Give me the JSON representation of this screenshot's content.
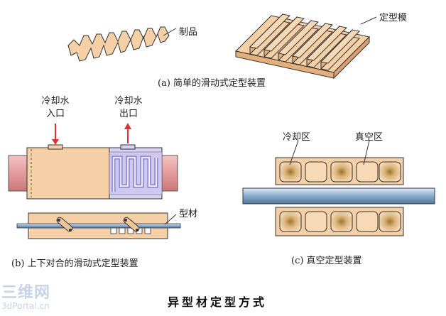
{
  "labels": {
    "product": "制品",
    "die": "定型模",
    "water_in": [
      "冷却水",
      "入口"
    ],
    "water_out": [
      "冷却水",
      "出口"
    ],
    "profile": "型材",
    "cooling_zone": "冷却区",
    "vacuum_zone": "真空区"
  },
  "captions": {
    "a": "(a) 简单的滑动式定型装置",
    "b": "(b) 上下对合的滑动式定型装置",
    "c": "(c) 真空定型装置"
  },
  "title": "异型材定型方式",
  "watermark": {
    "cn": "三维网",
    "en": "3dPortal.cn"
  },
  "colors": {
    "body": "#f5cfa5",
    "body_shade": "#e3b07c",
    "pipe": "#e8a8a8",
    "water_channel": "#c8c4ee",
    "rod": "#7fa6c8",
    "arrow_in": "#e0303a",
    "arrow_out": "#e0303a",
    "vacuum_cell": "#b48a3c"
  }
}
